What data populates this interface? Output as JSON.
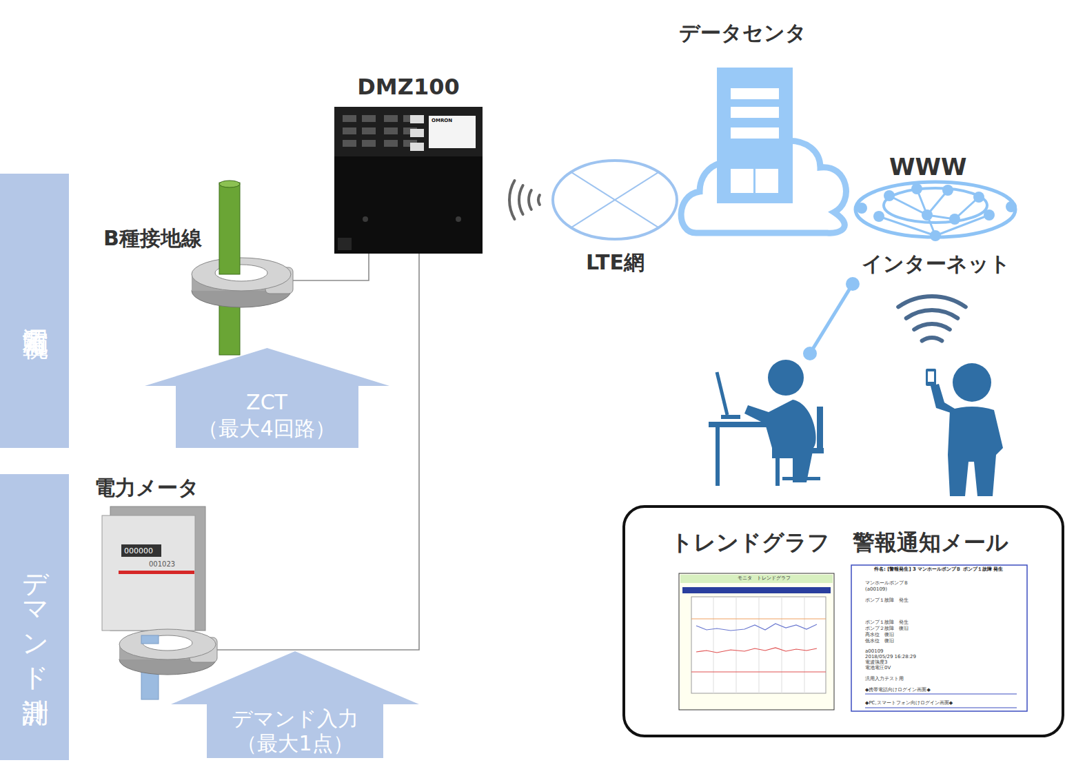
{
  "diagram": {
    "nodes": [
      {
        "text": [
          "漏電監視"
        ]
      },
      {
        "text": [
          "デマンド計測"
        ]
      },
      {
        "text": [
          "B種接地線"
        ]
      },
      {
        "text": [
          "ZCT （最大4回路）"
        ]
      },
      {
        "text": [
          "電力メータ"
        ]
      },
      {
        "text": [
          "デマンド入力 （最大1点）"
        ]
      },
      {
        "text": [
          "DMZ100"
        ]
      },
      {
        "text": [
          "LTE網"
        ]
      },
      {
        "text": [
          "データセンタ"
        ]
      },
      {
        "text": [
          "WWW",
          "インターネット"
        ]
      },
      {
        "text": [
          "トレンドグラフ"
        ]
      },
      {
        "text": [
          "警報通知メール"
        ]
      }
    ],
    "edges": [
      {
        "from": 2,
        "to": 6,
        "arrow": "none"
      },
      {
        "from": 4,
        "to": 6,
        "arrow": "none"
      }
    ],
    "labels": [
      "OMRON",
      "000000",
      "001023",
      "モニタ　トレンドグラフ",
      "件名: [警報発生] 3 マンホールポンプＢ ポンプ１故障 発生",
      "マンホールポンプＢ",
      "(a00109)",
      "ポンプ１故障　発生",
      "ポンプ１故障　発生",
      "ポンプ２故障　復旧",
      "高水位　復旧",
      "低水位　復旧",
      "a00109",
      "2018/05/29 16:28:29",
      "電波強度3",
      "電池電圧0V",
      "汎用入力テスト用",
      "◆携帯電話向けログイン画面◆",
      "◆PC,スマートフォン向けログイン画面◆"
    ]
  }
}
